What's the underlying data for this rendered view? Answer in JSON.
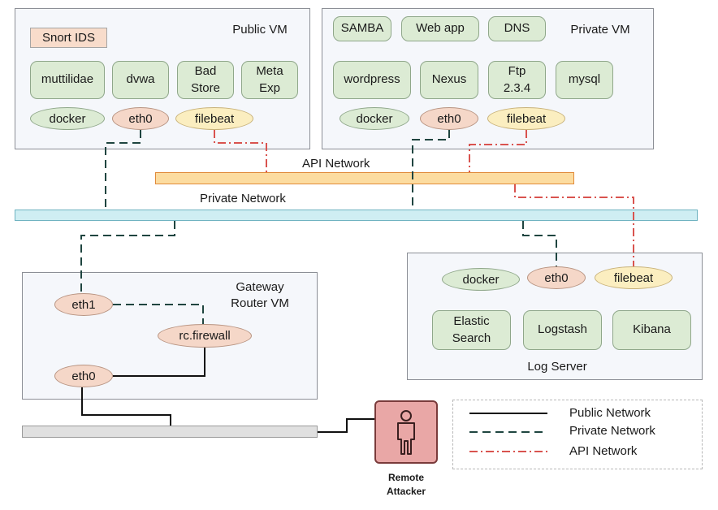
{
  "public_vm": {
    "title": "Public VM",
    "snort": "Snort IDS",
    "services": [
      "muttilidae",
      "dvwa",
      "Bad\nStore",
      "Meta\nExp"
    ],
    "docker": "docker",
    "eth": "eth0",
    "filebeat": "filebeat"
  },
  "private_vm": {
    "title": "Private VM",
    "top_services": [
      "SAMBA",
      "Web app",
      "DNS"
    ],
    "services": [
      "wordpress",
      "Nexus",
      "Ftp\n2.3.4",
      "mysql"
    ],
    "docker": "docker",
    "eth": "eth0",
    "filebeat": "filebeat"
  },
  "networks": {
    "api": "API Network",
    "private": "Private Network"
  },
  "gateway": {
    "title": "Gateway\nRouter VM",
    "eth1": "eth1",
    "firewall": "rc.firewall",
    "eth0": "eth0"
  },
  "log_server": {
    "title": "Log Server",
    "docker": "docker",
    "eth": "eth0",
    "filebeat": "filebeat",
    "services": [
      "Elastic\nSearch",
      "Logstash",
      "Kibana"
    ]
  },
  "legend": {
    "public": "Public Network",
    "private": "Private Network",
    "api": "API Network"
  },
  "attacker": {
    "label": "Remote\nAttacker"
  },
  "colors": {
    "api_line": "#d9534f",
    "private_line": "#1f4540",
    "public_line": "#111111",
    "service_fill": "#dcebd4",
    "eth_fill": "#f5d7c8",
    "filebeat_fill": "#fbeec0"
  }
}
